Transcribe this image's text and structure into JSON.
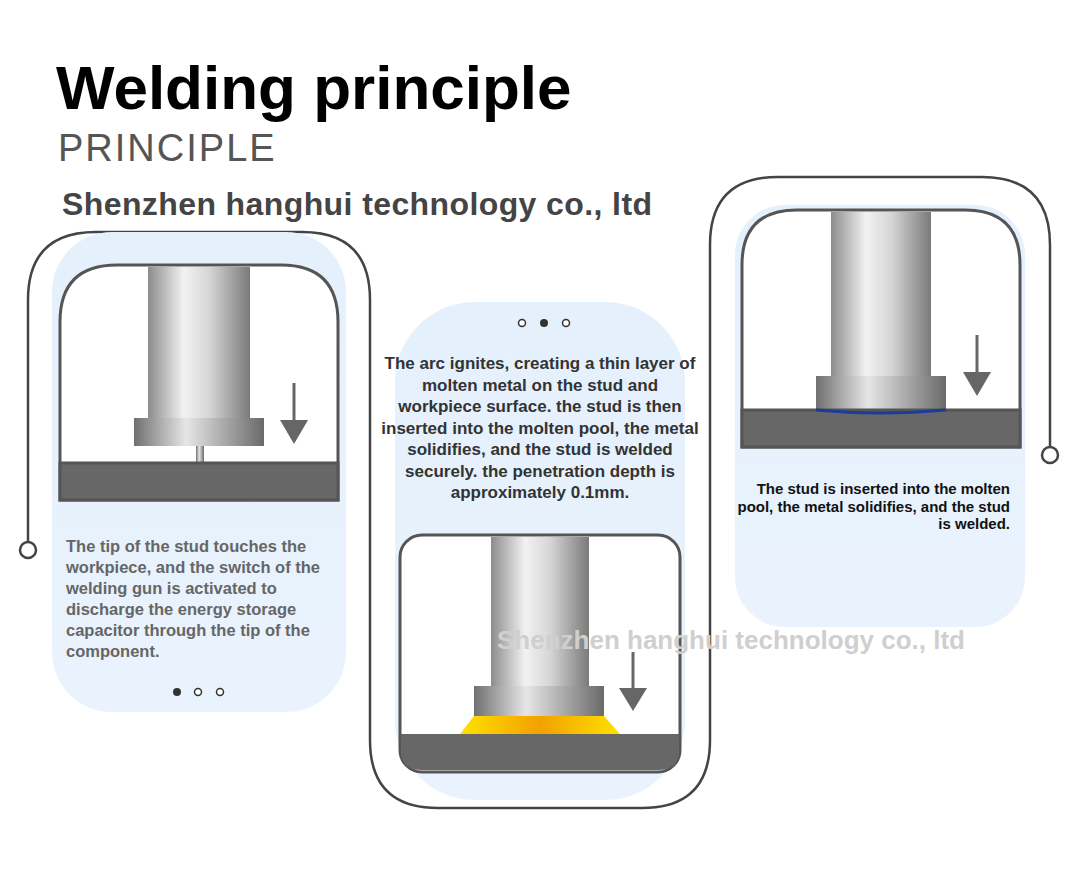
{
  "diagram": {
    "title": "Welding principle",
    "nodes": [
      {
        "text": [
          "The tip of the stud touches the workpiece, and the switch of the welding gun is activated to discharge the energy storage capacitor through the tip of the component."
        ]
      },
      {
        "text": [
          "The arc ignites, creating a thin layer of molten metal on the stud and workpiece surface. the stud is then inserted into the molten pool, the metal solidifies, and the stud is welded securely. the penetration depth is approximately 0.1mm."
        ]
      },
      {
        "text": [
          "The stud is inserted into the molten pool, the metal solidifies, and the stud is welded."
        ]
      }
    ],
    "labels": [
      "PRINCIPLE",
      "Shenzhen hanghui technology co., ltd",
      "Shenzhen hanghui technology co., ltd"
    ]
  }
}
